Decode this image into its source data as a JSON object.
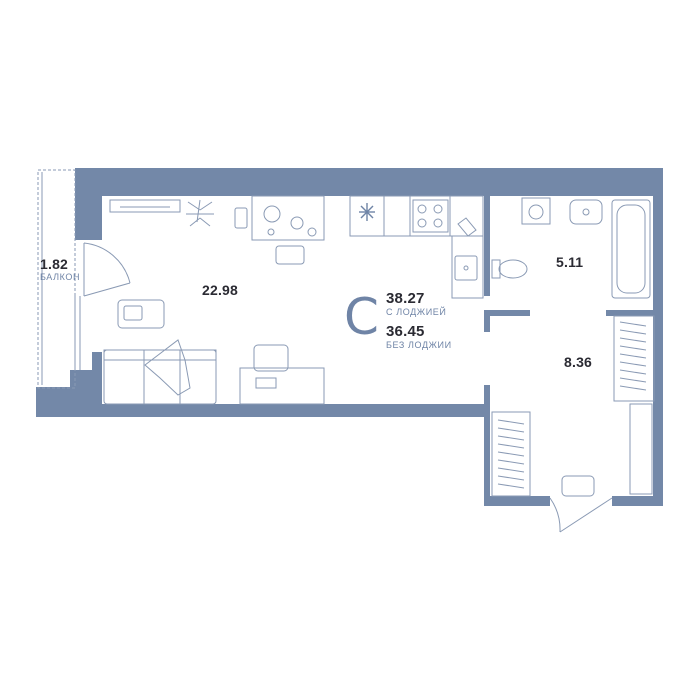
{
  "colors": {
    "wall": "#7388a8",
    "furniture": "#8a9ab4",
    "accent": "#6f84a6",
    "text": "#2b2b33"
  },
  "apartment": {
    "type_letter": "С",
    "total_with_loggia": "38.27",
    "with_loggia_label": "С ЛОДЖИЕЙ",
    "total_without_loggia": "36.45",
    "without_loggia_label": "БЕЗ ЛОДЖИИ"
  },
  "rooms": {
    "balcony": {
      "area": "1.82",
      "label": "БАЛКОН"
    },
    "living": {
      "area": "22.98"
    },
    "bathroom": {
      "area": "5.11"
    },
    "hallway": {
      "area": "8.36"
    }
  },
  "icons": [
    "fridge-snowflake-icon",
    "stove-icon",
    "sink-icon",
    "toilet-icon",
    "bathtub-icon",
    "washing-machine-icon",
    "plant-icon"
  ]
}
